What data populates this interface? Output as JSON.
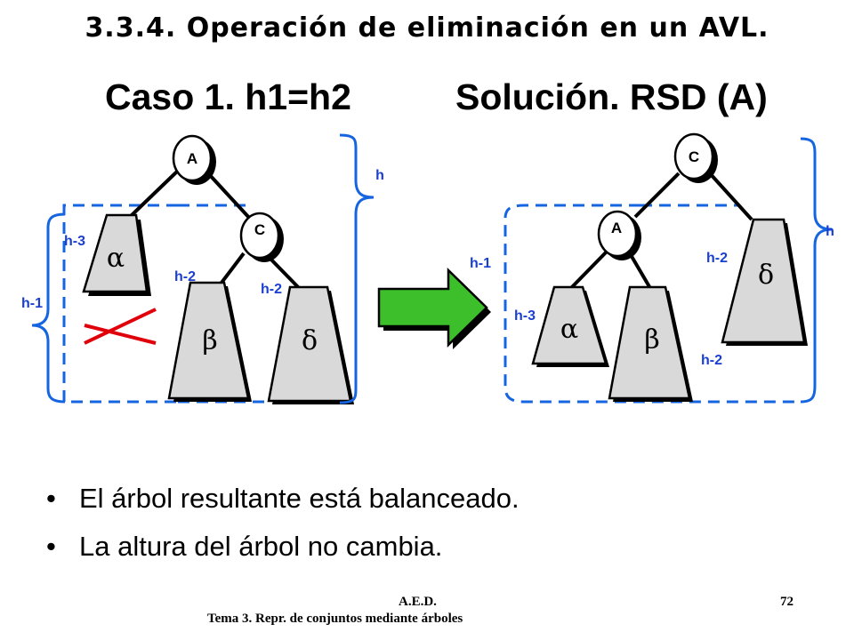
{
  "title": "3.3.4. Operación de eliminación en un AVL.",
  "subtitle_left": "Caso 1. h1=h2",
  "subtitle_right": "Solución. RSD (A)",
  "left_tree": {
    "node_a": "A",
    "node_c": "C",
    "subtree_alpha": "α",
    "subtree_beta": "β",
    "subtree_delta": "δ",
    "label_h": "h",
    "label_h1": "h-1",
    "label_alpha": "h-3",
    "label_beta": "h-2",
    "label_delta": "h-2"
  },
  "right_tree": {
    "node_c": "C",
    "node_a": "A",
    "subtree_alpha": "α",
    "subtree_beta": "β",
    "subtree_delta": "δ",
    "label_h": "h",
    "label_h1": "h-1",
    "label_alpha": "h-3",
    "label_beta": "h-2",
    "label_delta": "h-2"
  },
  "colors": {
    "bracket": "#1565e0",
    "arrow": "#3cbf2a",
    "cross": "#e0000a",
    "node_fill": "#ffffff",
    "subtree_fill": "#d9d9d9"
  },
  "bullets": [
    "El árbol resultante está balanceado.",
    "La altura del árbol no cambia."
  ],
  "bullet_symbol": "•",
  "footer": {
    "course": "A.E.D.",
    "page": "72",
    "topic": "Tema 3. Repr. de conjuntos mediante árboles"
  }
}
